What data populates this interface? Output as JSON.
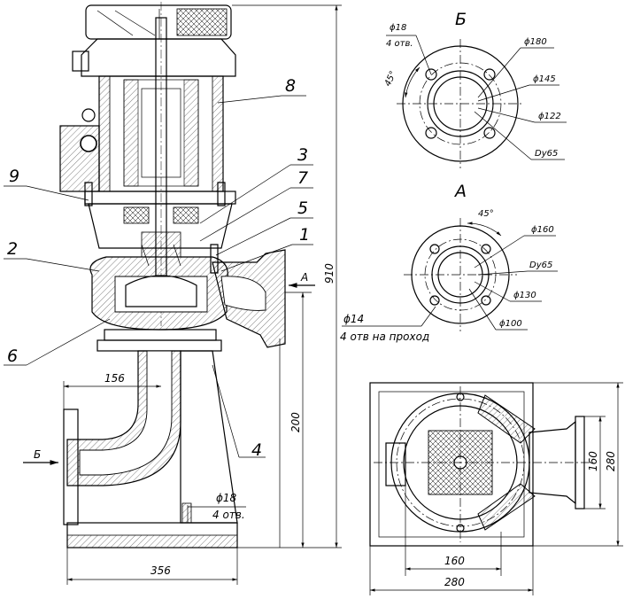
{
  "section_views": {
    "b": "Б",
    "a": "А"
  },
  "parts": [
    "1",
    "2",
    "3",
    "4",
    "5",
    "6",
    "7",
    "8",
    "9"
  ],
  "flange_b": {
    "hole_dia": "ϕ18",
    "hole_count": "4 отв.",
    "angle": "45°",
    "d180": "ϕ180",
    "d145": "ϕ145",
    "d122": "ϕ122",
    "dn": "Dy65"
  },
  "flange_a": {
    "angle": "45°",
    "d160": "ϕ160",
    "dn": "Dy65",
    "d130": "ϕ130",
    "d100": "ϕ100"
  },
  "front_dims": {
    "h910": "910",
    "h200": "200",
    "w156": "156",
    "w356": "356",
    "base_hole": "ϕ18",
    "base_hole_count": "4 отв.",
    "anchor_hole": "ϕ14",
    "anchor_note": "4 отв на проход"
  },
  "plan_dims": {
    "h160": "160",
    "h280": "280",
    "w160": "160",
    "w280": "280"
  },
  "arrows": {
    "a": "А",
    "b": "Б"
  }
}
